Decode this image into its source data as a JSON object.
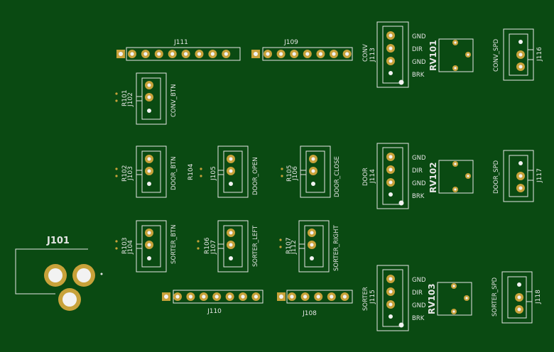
{
  "board": {
    "background": "#0a4a12",
    "silk": "#e6e6e6",
    "copper": "#c8a23a"
  },
  "refs": {
    "J101": "J101",
    "J102": "J102",
    "J103": "J103",
    "J104": "J104",
    "J105": "J105",
    "J106": "J106",
    "J107": "J107",
    "J108": "J108",
    "J109": "J109",
    "J110": "J110",
    "J111": "J111",
    "J112": "J112",
    "J113": "J113",
    "J114": "J114",
    "J115": "J115",
    "J116": "J116",
    "J117": "J117",
    "J118": "J118",
    "R101": "R101",
    "R102": "R102",
    "R103": "R103",
    "R104": "R104",
    "R105": "R105",
    "R106": "R106",
    "R107": "R107",
    "RV101": "RV101",
    "RV102": "RV102",
    "RV103": "RV103"
  },
  "labels": {
    "conv_btn": "CONV_BTN",
    "door_btn": "DOOR_BTN",
    "door_open": "DOOR_OPEN",
    "door_close": "DOOR_CLOSE",
    "sorter_btn": "SORTER_BTN",
    "sorter_left": "SORTER_LEFT",
    "sorter_right": "SORTER_RIGHT",
    "conv": "CONV",
    "door": "DOOR",
    "sorter": "SORTER",
    "conv_spd": "CONV_SPD",
    "door_spd": "DOOR_SPD",
    "sorter_spd": "SORTER_SPD"
  },
  "pins": {
    "gnd": "GND",
    "dir": "DIR",
    "brk": "BRK"
  }
}
